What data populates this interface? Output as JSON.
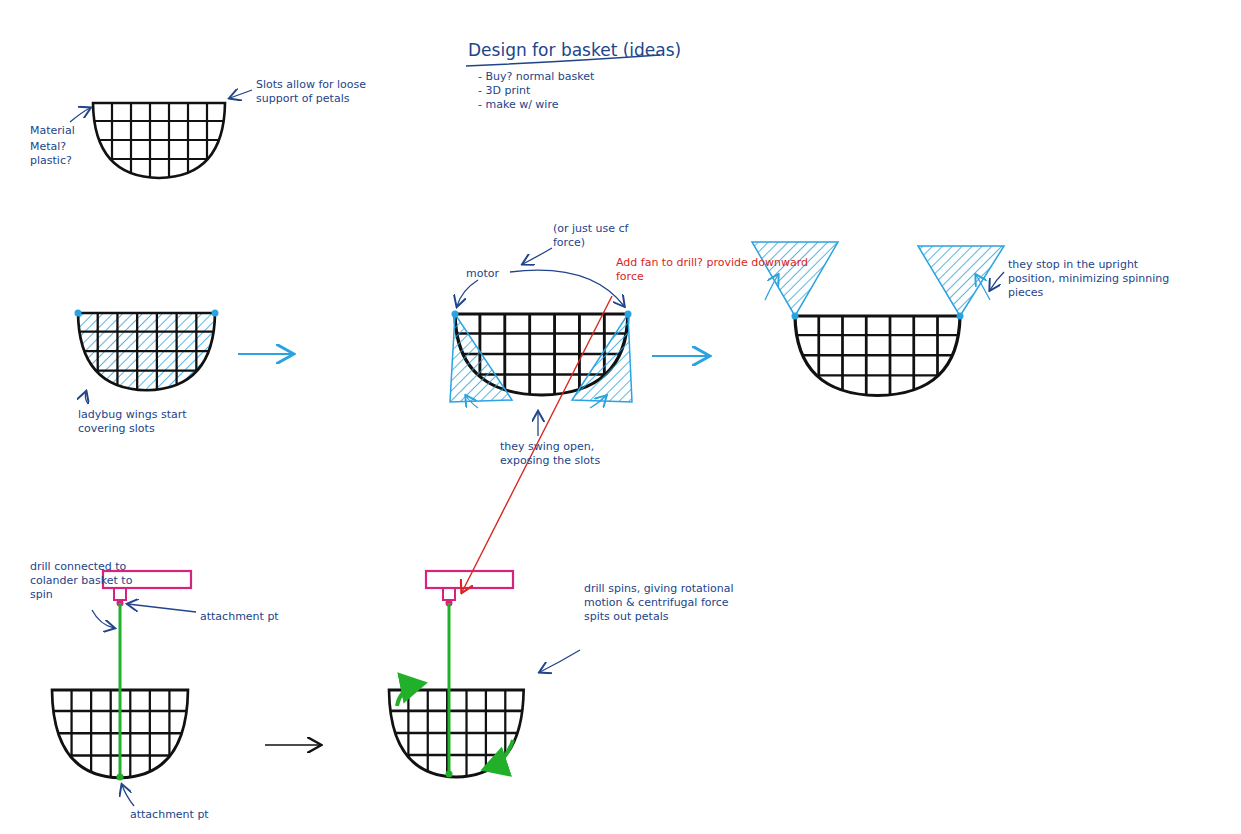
{
  "diagram": {
    "title": "Design for basket (ideas)",
    "labels": [
      "- Buy? normal basket",
      "- 3D print",
      "- make w/ wire",
      "Slots allow for loose support of petals",
      "Material",
      "Metal? plastic?",
      "ladybug wings start covering slots",
      "(or just use cf force)",
      "motor",
      "they swing open, exposing the slots",
      "they stop in the upright position, minimizing spinning pieces",
      "Add fan to drill? provide downward force",
      "drill connected to colander basket to spin",
      "attachment pt",
      "attachment pt",
      "drill spins, giving rotational motion & centrifugal force spits out petals"
    ]
  }
}
